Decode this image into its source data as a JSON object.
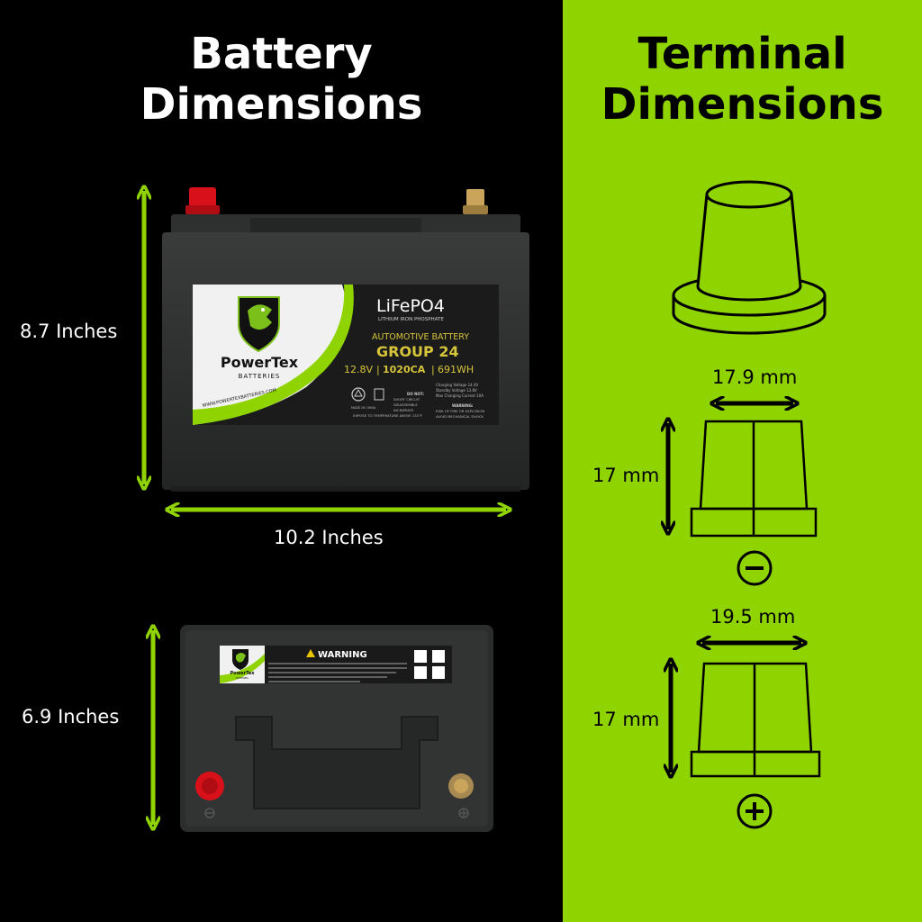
{
  "left_title": [
    "Battery",
    "Dimensions"
  ],
  "right_title": [
    "Terminal",
    "Dimensions"
  ],
  "dimensions": {
    "height": "8.7 Inches",
    "width": "10.2 Inches",
    "depth": "6.9 Inches",
    "neg_width": "17.9 mm",
    "neg_height": "17 mm",
    "pos_width": "19.5 mm",
    "pos_height": "17 mm"
  },
  "battery_label": {
    "brand": "PowerTex",
    "brand_sub": "BATTERIES",
    "chemistry": "LiFePO4",
    "chemistry_sub": "LITHIUM IRON PHOSPHATE",
    "type": "AUTOMOTIVE BATTERY",
    "group": "GROUP 24",
    "spec_volt": "12.8V",
    "spec_ca": "1020CA",
    "spec_wh": "691WH",
    "website": "WWW.POWERTEXBATTERIES.COM",
    "charging_lines": [
      "Charging Voltage 14.4V",
      "Standby Voltage 13.8V",
      "Max Charging Current 10A"
    ],
    "made_in": "MADE IN CHINA",
    "do_not": [
      "DO NOT:",
      "SHORT CIRCUIT",
      "DISASSEMBLE",
      "INCINERATE"
    ],
    "expose": "EXPOSE TO TEMPERATURE ABOVE 131°F",
    "warning_lines": [
      "WARNING:",
      "RISK OF FIRE OR EXPLOSION",
      "AVOID MECHANICAL SHOCK"
    ]
  },
  "top_label": {
    "warning_title": "WARNING",
    "brand": "PowerTex",
    "brand_sub": "BATTERIES"
  },
  "colors": {
    "accent_green": "#8fd400",
    "panel_black": "#000000",
    "battery_body": "#2a2b2b",
    "terminal_red": "#d8101a",
    "terminal_brass": "#c9a45a",
    "label_gold": "#d6c53a"
  },
  "icons": {
    "negative": "minus-circle-icon",
    "positive": "plus-circle-icon",
    "mascot": "dinosaur-mascot-icon",
    "recycle": "recycle-icon"
  }
}
